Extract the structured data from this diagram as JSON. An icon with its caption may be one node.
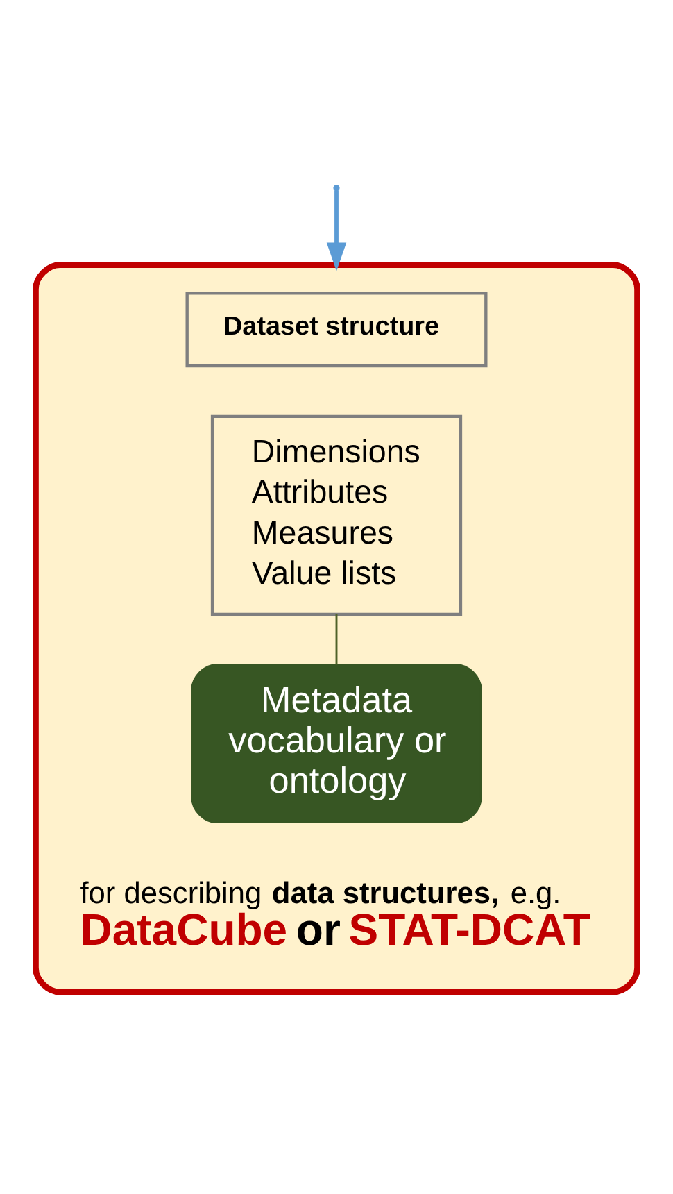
{
  "diagram": {
    "nodes": [
      {
        "text": [],
        "shape": "box"
      },
      {
        "text": [
          "Dataset structure"
        ],
        "in": 0
      },
      {
        "text": [
          "Dimensions",
          "Attributes",
          "Measures",
          "Value lists"
        ],
        "in": 0
      },
      {
        "text": [
          "Metadata vocabulary or ontology"
        ],
        "in": 0
      }
    ],
    "edges": [
      {
        "from": null,
        "to": 0,
        "arrow": "to",
        "color": "#5b9bd5"
      },
      {
        "from": 2,
        "to": 3,
        "arrow": "none",
        "color": "#4f6228"
      }
    ],
    "labels": [
      "for describing **data structures,** e.g.",
      "DataCube",
      "or",
      "STAT-DCAT"
    ]
  }
}
